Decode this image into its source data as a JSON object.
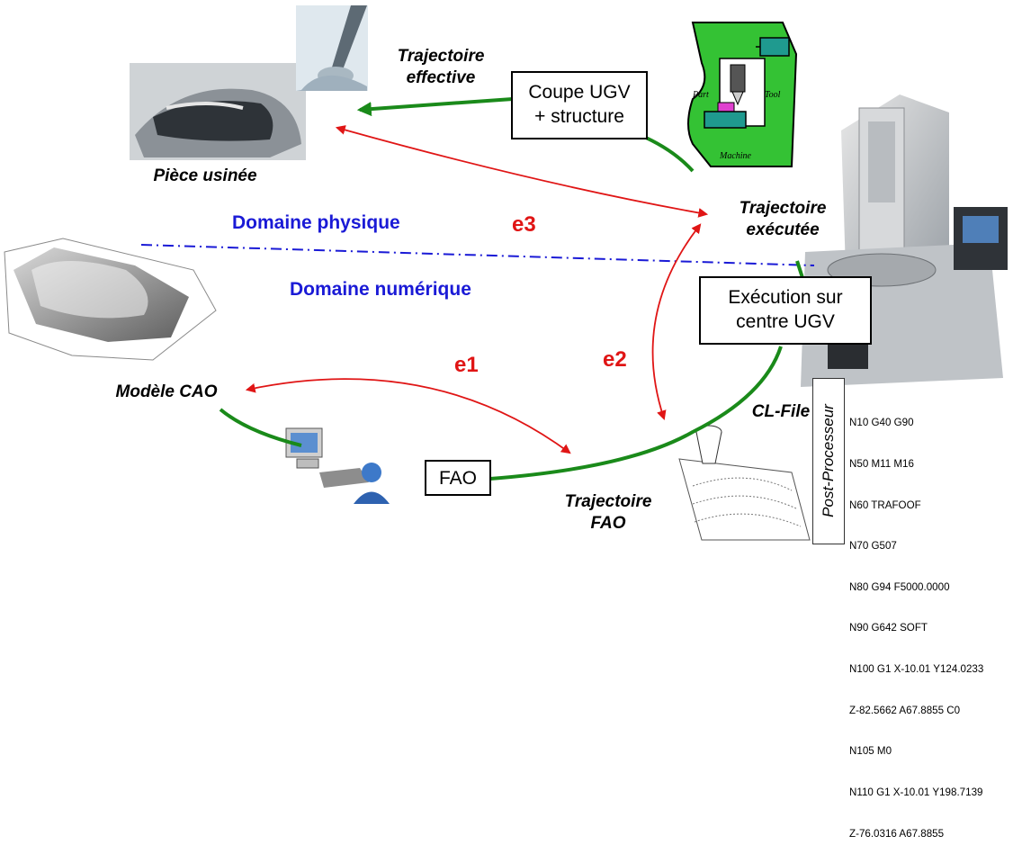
{
  "labels": {
    "trajectoire_effective": [
      "Trajectoire",
      "effective"
    ],
    "piece_usinee": "Pièce usinée",
    "trajectoire_executee": [
      "Trajectoire",
      "exécutée"
    ],
    "modele_cao": "Modèle CAO",
    "cl_file": "CL-File",
    "trajectoire_fao": [
      "Trajectoire",
      "FAO"
    ]
  },
  "domains": {
    "physique": "Domaine physique",
    "numerique": "Domaine numérique"
  },
  "errors": {
    "e1": "e1",
    "e2": "e2",
    "e3": "e3"
  },
  "boxes": {
    "coupe": [
      "Coupe UGV",
      "+ structure"
    ],
    "execution": [
      "Exécution sur",
      "centre UGV"
    ],
    "fao": "FAO"
  },
  "post_processor": {
    "label": "Post-Processeur",
    "code_lines": [
      "N10 G40 G90",
      "N50 M11 M16",
      "N60 TRAFOOF",
      "N70 G507",
      "N80 G94 F5000.0000",
      "N90 G642 SOFT",
      "N100 G1 X-10.01 Y124.0233",
      "Z-82.5662 A67.8855 C0",
      "N105 M0",
      "N110 G1 X-10.01 Y198.7139",
      "Z-76.0316 A67.8855"
    ]
  },
  "machine_sketch": {
    "part": "Part",
    "tool": "Tool",
    "machine": "Machine"
  },
  "colors": {
    "flow": "#1a8a1a",
    "error": "#e01515",
    "domain": "#1a1ad6"
  }
}
